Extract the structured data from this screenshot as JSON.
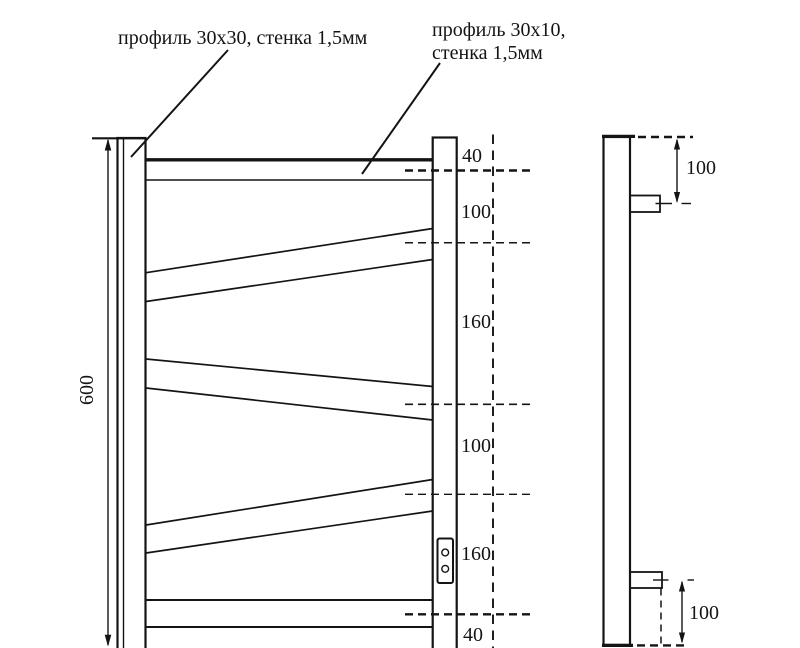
{
  "callouts": {
    "profile_30x30": "профиль 30x30, стенка 1,5мм",
    "profile_30x10_line1": "профиль 30x10,",
    "profile_30x10_line2": "стенка 1,5мм"
  },
  "front_view": {
    "overall_height": "600",
    "spacing_dims": [
      "40",
      "100",
      "160",
      "100",
      "160",
      "40"
    ]
  },
  "side_view": {
    "top_bracket_offset": "100",
    "bottom_bracket_offset": "100"
  },
  "colors": {
    "line": "#141414",
    "background": "#ffffff"
  }
}
